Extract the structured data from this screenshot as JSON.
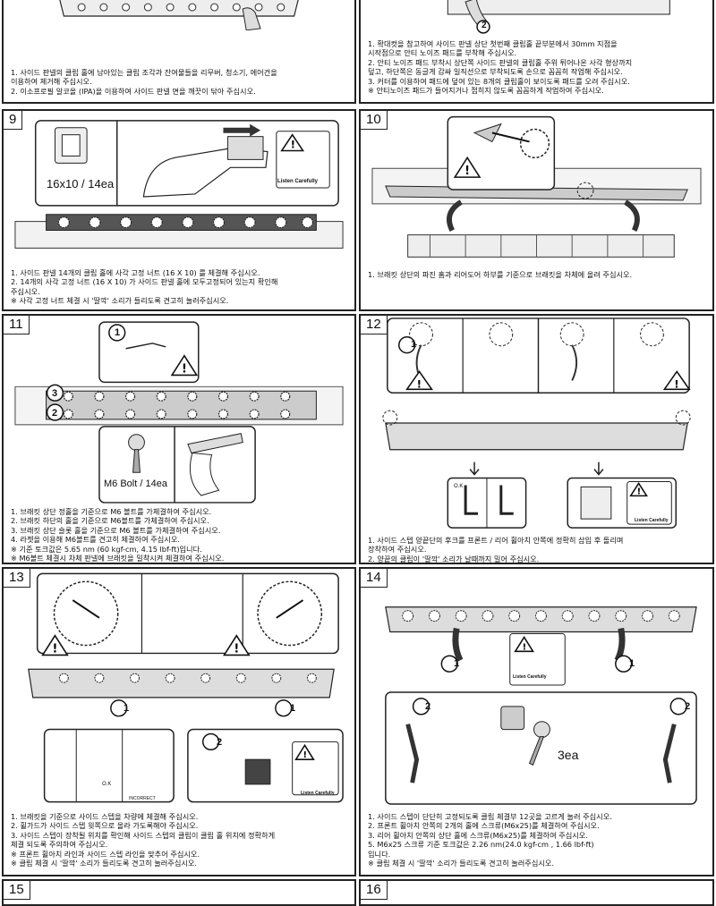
{
  "panels": {
    "p_top_left": {
      "lines": [
        "1. 사이드 판넬의 클립 홀에 남아있는 클립 조각과 잔여물들을 리무버, 청소기, 에어건을",
        "   이용하여 제거해 주십시오.",
        "2. 이소프로필 알코올 (IPA)을 이용하여 사이드 판넬 면을 깨끗이 닦아 주십시오."
      ]
    },
    "p_top_right": {
      "marker": "2",
      "lines": [
        "1. 확대컷을 참고하여 사이드 판넬 상단 첫번째 클립홀 끝부분에서 30mm 지점을",
        "   시작점으로 안티 노이즈 패드를 부착해 주십시오.",
        "2. 안티 노이즈 패드 부착시 상단쪽 사이드 판넬의 클립홀 주위 튀어나온 사각 형상까지",
        "   덮고, 하단쪽은 동글게 감싸 일직선으로 부착되도록 손으로 꼼꼼히 작업해 주십시오.",
        "3. 커터를 이용하여 패드에 덮여 있는 8개의 클립홀이 보이도록 패드를 오려 주십시오.",
        "※ 안티노이즈 패드가 들어지거나 접히지 않도록 꼼꼼하게 작업하여 주십시오."
      ]
    },
    "p9": {
      "number": "9",
      "part_label": "16x10 / 14ea",
      "listen": "Listen Carefully",
      "lines": [
        "1. 사이드 판넬 14개의 클립 홀에 사각 고정 너트 (16 X 10) 를 체결해 주십시오.",
        "2. 14개의 사각 고정 너트 (16 X 10) 가 사이드 판넬 홀에 모두고정되어 있는지 확인해",
        "   주십시오.",
        "※ 사각 고정 너트 체결 시 '딸깍' 소리가 들리도록 견고히 눌러주십시오."
      ]
    },
    "p10": {
      "number": "10",
      "lines": [
        "1. 브래킷 상단의 파진 홈과 리어도어 하부를 기준으로 브래킷을 차체에 올려 주십시오."
      ]
    },
    "p11": {
      "number": "11",
      "markers": [
        "1",
        "3",
        "2"
      ],
      "part_label": "M6 Bolt / 14ea",
      "lines": [
        "1. 브래킷 상단 정홀을 기준으로 M6 볼트를 가체결하여 주십시오.",
        "2. 브래킷 하단의 홀을 기준으로 M6볼트를 가체결하여 주십시오.",
        "3. 브래킷 상단 슬롯 홀을 기준으로 M6 볼트를 가체결하여 주십시오.",
        "4. 라쳇을 이용해 M6볼트를 견고히 체결하여 주십시오.",
        "※ 기준 토크값은 5.65 nm (60 kgf-cm, 4.15 lbf-ft)입니다.",
        "※ M6볼트 체결시 차체 판넬에 브래킷을 밀착시켜 체결하여 주십시오."
      ]
    },
    "p12": {
      "number": "12",
      "markers": [
        "1"
      ],
      "ok": "O.K",
      "listen": "Listen Carefully",
      "lines": [
        "1. 사이드 스텝 양끝단의 후크를 프론트 / 리어 휠아치 안쪽에 정확히 삽입 후 돌리며",
        "   장착하여 주십시오.",
        "2. 양끝의 클립이 '딸깍' 소리가 날때까지 밀어 주십시오."
      ]
    },
    "p13": {
      "number": "13",
      "markers": [
        "1",
        "1",
        "2"
      ],
      "ok": "O.K",
      "incorrect": "INCORRECT",
      "listen": "Listen Carefully",
      "lines": [
        "1. 브래킷을 기준으로 사이드 스텝을 차량에 체결해 주십시오.",
        "2. 휠가드가 사이드 스텝 윗쪽으로 올라 가도록해야 주십시오.",
        "3. 사이드 스텝이 장착될 위치를 확인해 사이드 스텝의 클립이 클립 홀 위치에 정확하게",
        "   체결 되도록 주의하여 주십시오.",
        "※ 프론트 휠아치 라인과 사이드 스텝 라인을 맞추어 주십시오.",
        "※ 클립 체결 시 '딸깍' 소리가 들리도록 견고히 눌러주십시오."
      ]
    },
    "p14": {
      "number": "14",
      "markers": [
        "1",
        "1",
        "2",
        "2"
      ],
      "part_label": "3ea",
      "listen": "Listen Carefully",
      "lines": [
        "1. 사이드 스텝이 단단히 고정되도록 클립 체결부 12곳을 고르게 눌러 주십시오.",
        "2. 프론트 휠아치 안쪽의 2개의 홀에 스크류(M6x25)를 체결하여 주십시오.",
        "3. 리어 휠아치 안쪽의 상단 홀에 스크류(M6x25)를 체결하여 주십시오.",
        "5. M6x25 스크류 기준 토크값은 2.26 nm(24.0 kgf-cm , 1.66 lbf-ft)",
        "   입니다.",
        "※ 클립 체결 시 '딸깍' 소리가 들리도록 견고히 눌러주십시오."
      ]
    },
    "p15": {
      "number": "15"
    },
    "p16": {
      "number": "16"
    }
  }
}
